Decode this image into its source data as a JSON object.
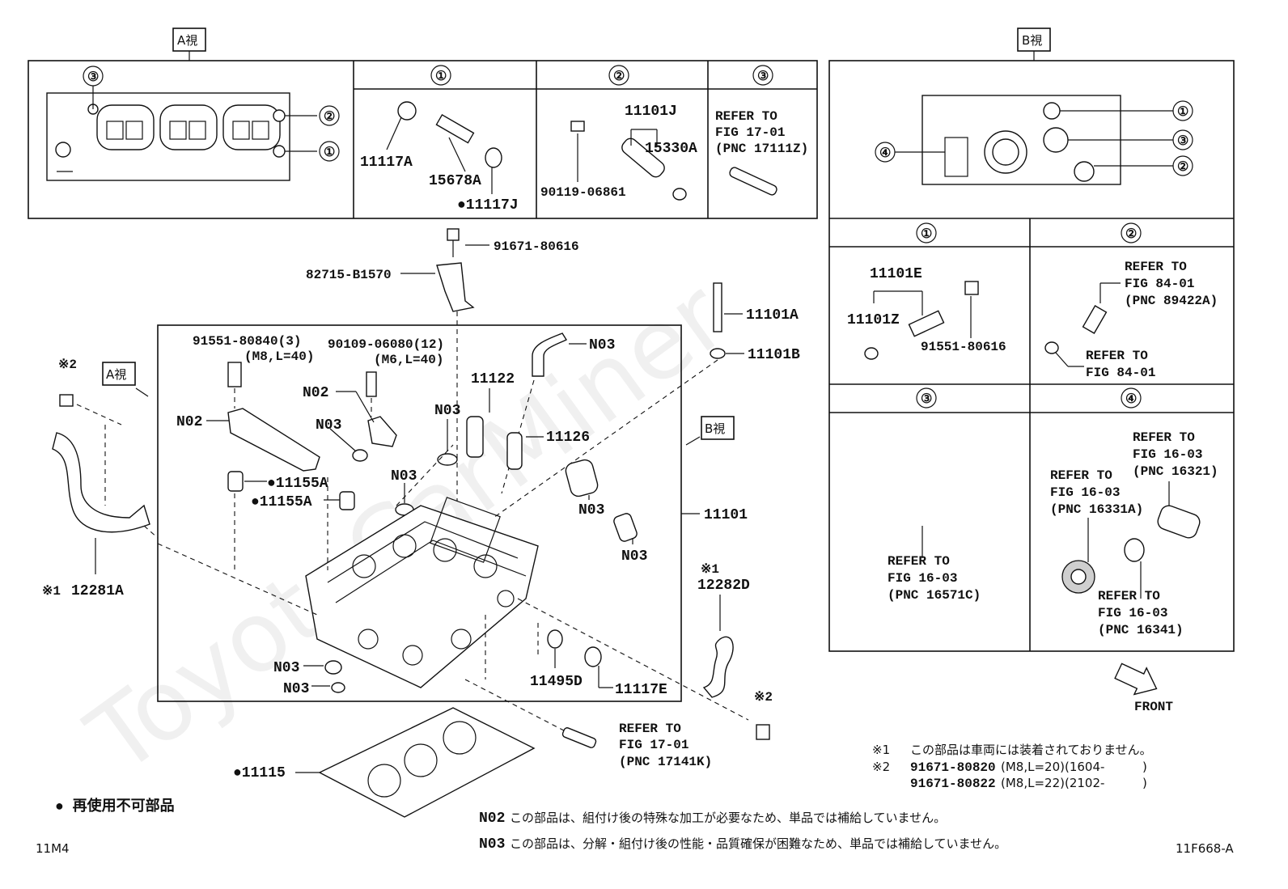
{
  "views": {
    "a": "A視",
    "b": "B視"
  },
  "circled": {
    "c1": "①",
    "c2": "②",
    "c3": "③",
    "c4": "④"
  },
  "a_panel": {
    "p1": [
      "11117A",
      "15678A",
      "●11117J"
    ],
    "p2": [
      "11101J",
      "15330A",
      "90119-06861"
    ],
    "p3_refer": [
      "REFER TO",
      "FIG 17-01",
      "(PNC 17111Z)"
    ]
  },
  "b_panel": {
    "p1": [
      "11101E",
      "11101Z",
      "91551-80616"
    ],
    "p2_refer1": [
      "REFER TO",
      "FIG 84-01",
      "(PNC 89422A)"
    ],
    "p2_refer2": [
      "REFER TO",
      "FIG 84-01"
    ],
    "p3_refer": [
      "REFER TO",
      "FIG 16-03",
      "(PNC 16571C)"
    ],
    "p4_refer1": [
      "REFER TO",
      "FIG 16-03",
      "(PNC 16321)"
    ],
    "p4_refer2": [
      "REFER TO",
      "FIG 16-03",
      "(PNC 16331A)"
    ],
    "p4_refer3": [
      "REFER TO",
      "FIG 16-03",
      "(PNC 16341)"
    ]
  },
  "main": {
    "bolt_top": "91671-80616",
    "bracket": "82715-B1570",
    "bolt_91551": "91551-80840(3)",
    "bolt_91551_spec": "(M8,L=40)",
    "bolt_90109": "90109-06080(12)",
    "bolt_90109_spec": "(M6,L=40)",
    "n02a": "N02",
    "n02b": "N02",
    "n03_list": [
      "N03",
      "N03",
      "N03",
      "N03",
      "N03",
      "N03",
      "N03"
    ],
    "p11101A": "11101A",
    "p11101B": "11101B",
    "p11122": "11122",
    "p11126": "11126",
    "p11101": "11101",
    "p11155a1": "●11155A",
    "p11155a2": "●11155A",
    "p12281A": "12281A",
    "p12282D": "12282D",
    "x1a": "※1",
    "x1b": "※1",
    "x2a": "※2",
    "x2b": "※2",
    "p11495D": "11495D",
    "p11117E": "11117E",
    "p11115": "●11115",
    "refer_main": [
      "REFER TO",
      "FIG 17-01",
      "(PNC 17141K)"
    ]
  },
  "front": "FRONT",
  "notes": {
    "x1_text": "この部品は車両には装着されておりません。",
    "x2_line1_pn": "91671-80820",
    "x2_line1_spec": "(M8,L=20)(1604-",
    "x2_line1_end": ")",
    "x2_line2_pn": "91671-80822",
    "x2_line2_spec": "(M8,L=22)(2102-",
    "x2_line2_end": ")",
    "n02_code": "N02",
    "n02_text": "この部品は、組付け後の特殊な加工が必要なため、単品では補給していません。",
    "n03_code": "N03",
    "n03_text": "この部品は、分解・組付け後の性能・品質確保が困難なため、単品では補給していません。",
    "no_reuse": "● 再使用不可部品"
  },
  "corner_left": "11M4",
  "corner_right": "11F668-A",
  "watermark": "ToyotaCarMiner"
}
